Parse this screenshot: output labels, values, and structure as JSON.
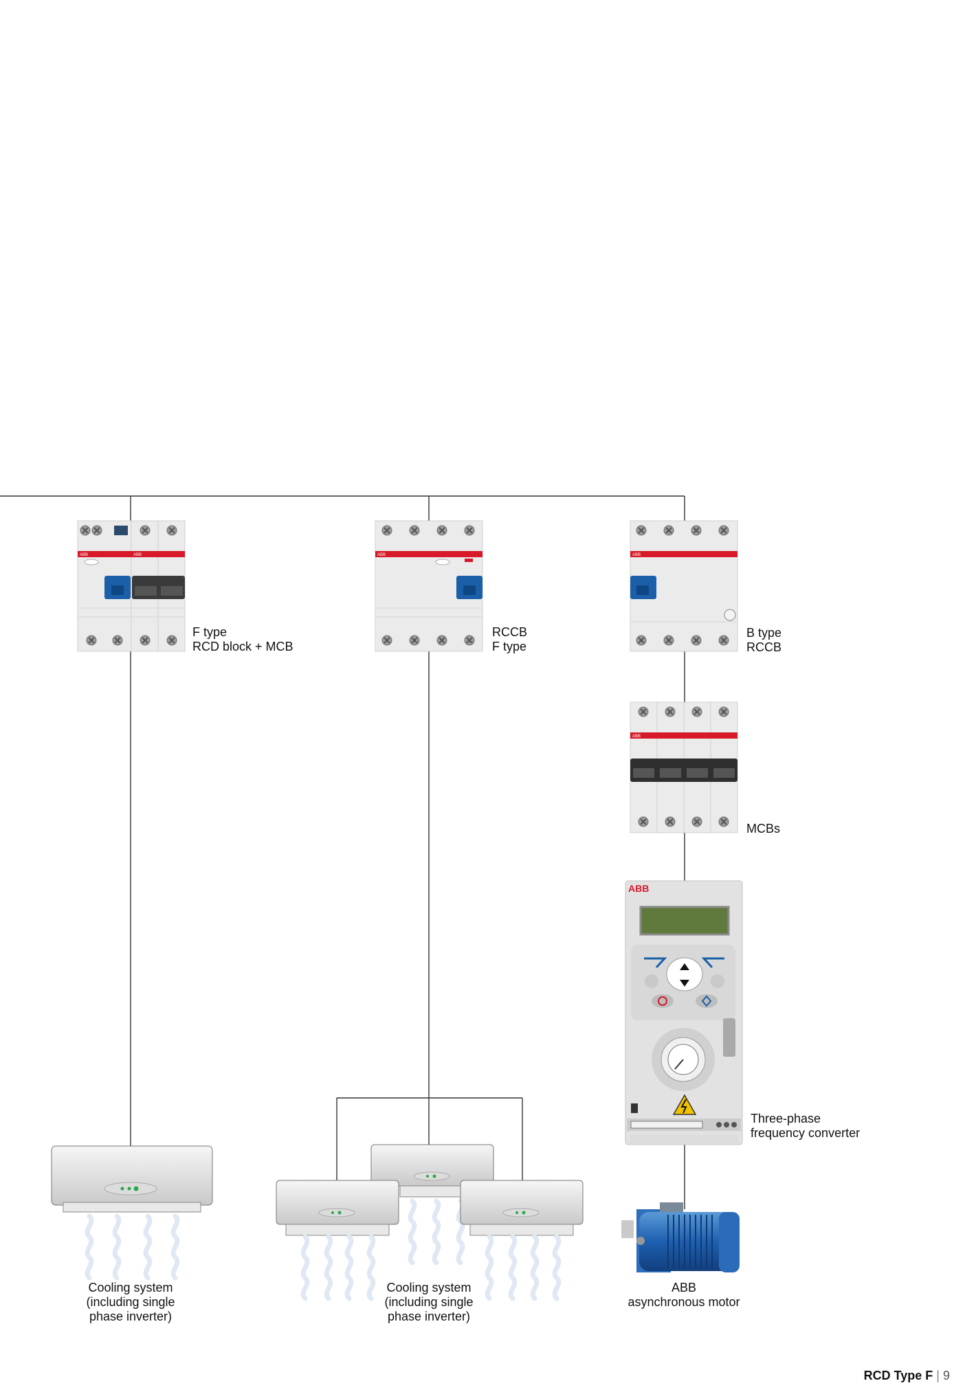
{
  "devices": {
    "rcd_mcb": {
      "line1": "F type",
      "line2": "RCD block + MCB"
    },
    "rccb_f": {
      "line1": "RCCB",
      "line2": "F type"
    },
    "rccb_b": {
      "line1": "B type",
      "line2": "RCCB"
    },
    "mcbs": {
      "label": "MCBs"
    },
    "converter": {
      "line1": "Three-phase",
      "line2": "frequency converter",
      "brand": "ABB"
    }
  },
  "loads": {
    "cooling1": {
      "line1": "Cooling system",
      "line2": "(including single",
      "line3": "phase inverter)"
    },
    "cooling2": {
      "line1": "Cooling system",
      "line2": "(including single",
      "line3": "phase inverter)"
    },
    "motor": {
      "line1": "ABB",
      "line2": "asynchronous motor"
    }
  },
  "footer": {
    "title": "RCD Type F",
    "separator": "|",
    "page": "9"
  },
  "colors": {
    "breaker_red": "#d7192a",
    "handle_blue": "#1a5fa8",
    "line": "#333333"
  }
}
